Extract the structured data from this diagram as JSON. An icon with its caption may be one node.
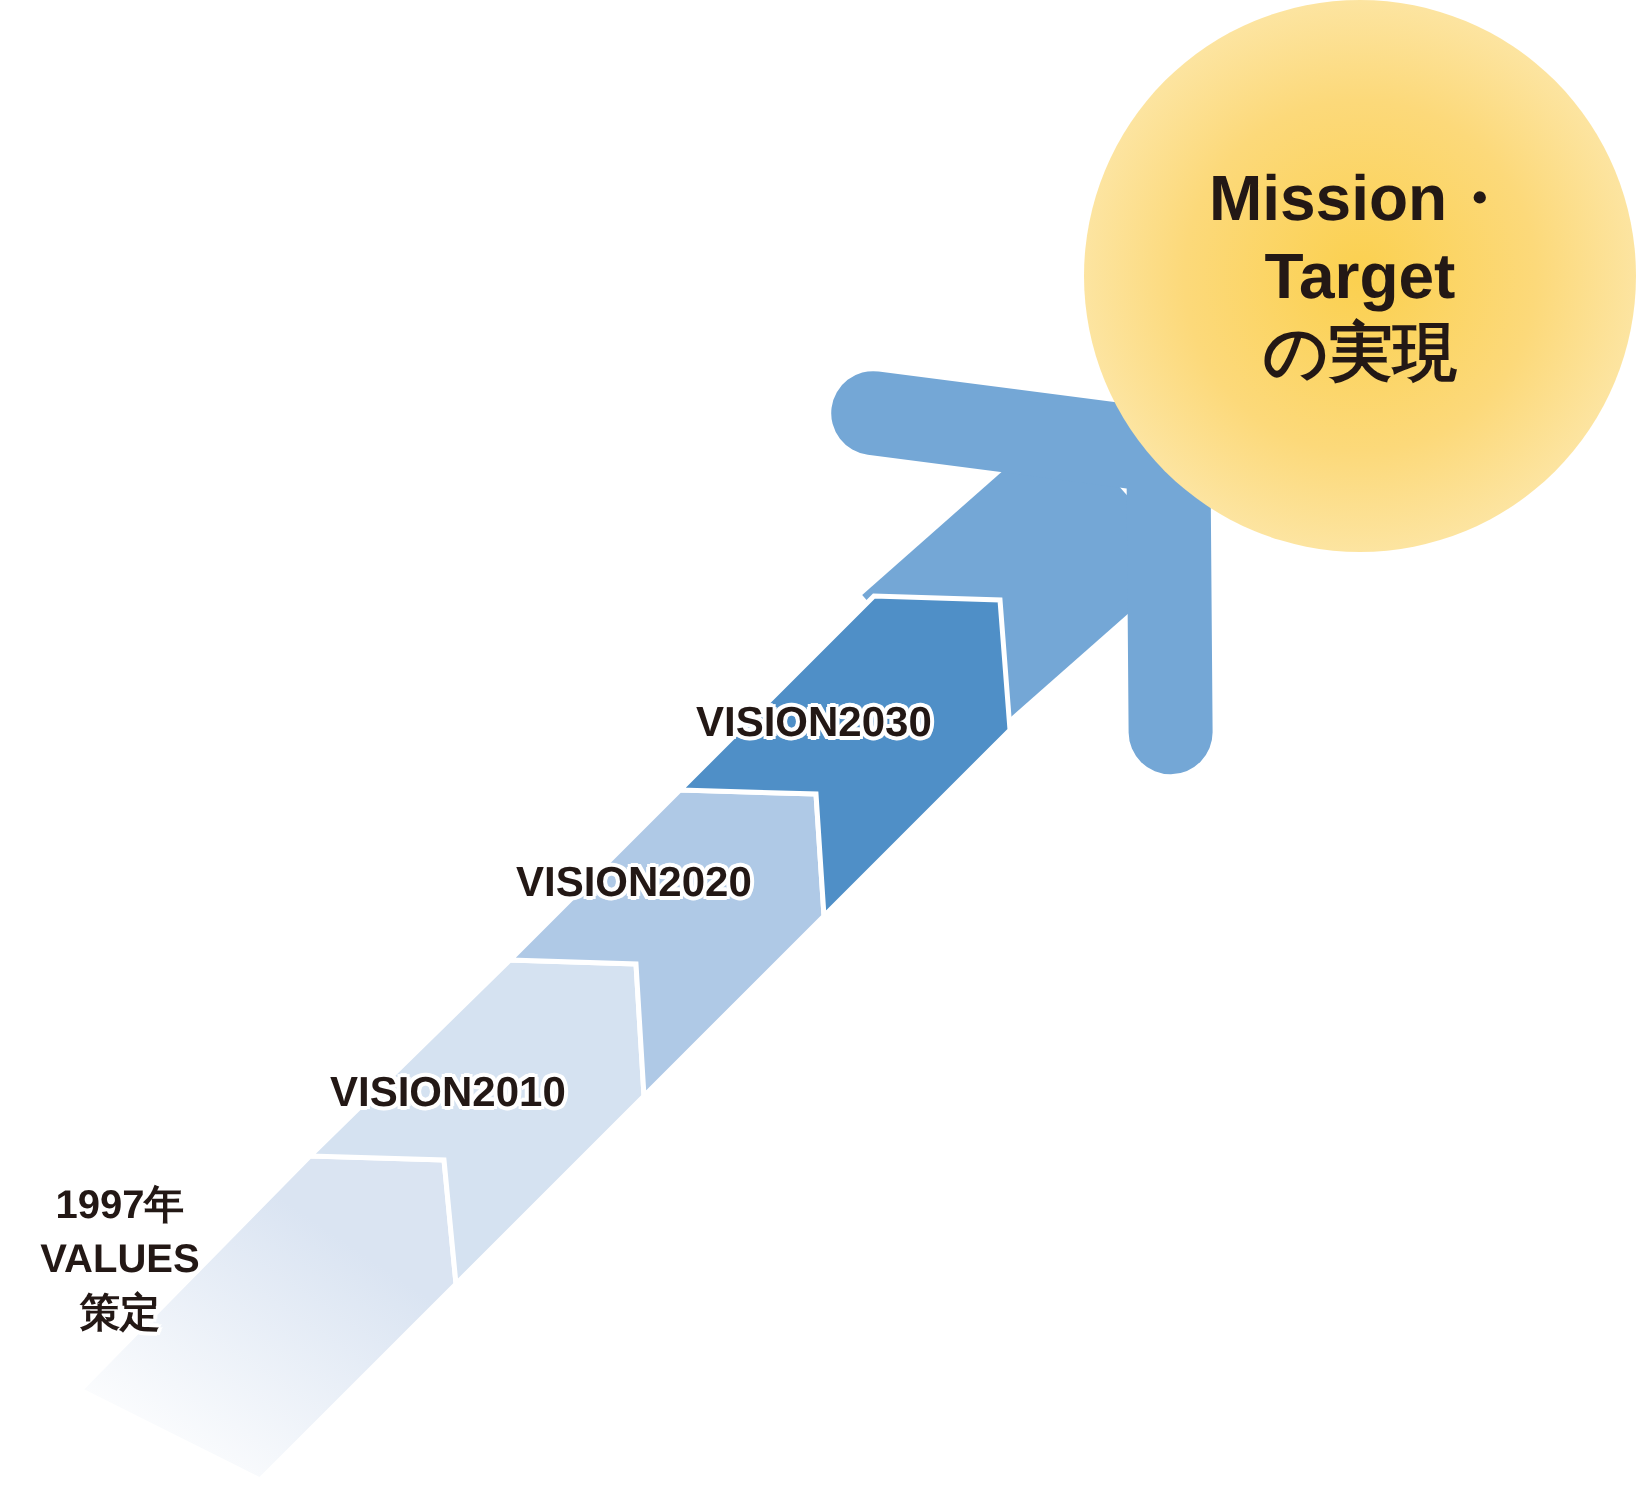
{
  "diagram": {
    "nodes": [
      {
        "text": [
          "1997年 VALUES 策定"
        ]
      },
      {
        "text": [
          "VISION2010"
        ]
      },
      {
        "text": [
          "VISION2020"
        ]
      },
      {
        "text": [
          "VISION2030"
        ]
      },
      {
        "text": [
          "Mission・ Target の実現"
        ]
      }
    ],
    "edges": [
      {
        "from": 3,
        "to": 4,
        "arrow": "to"
      }
    ]
  }
}
